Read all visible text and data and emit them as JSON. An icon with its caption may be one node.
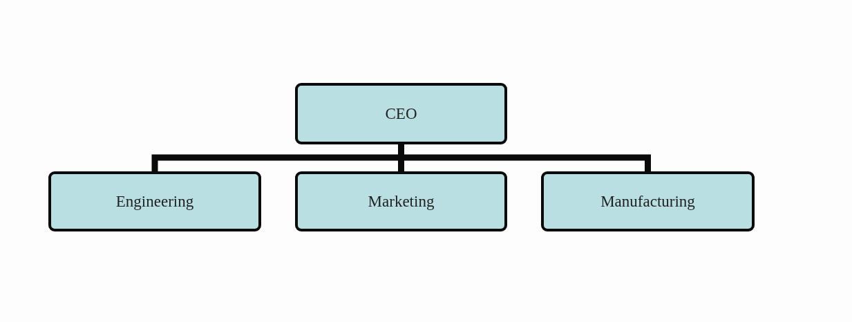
{
  "diagram": {
    "nodes": [
      {
        "text": [
          "CEO"
        ]
      },
      {
        "text": [
          "Engineering"
        ]
      },
      {
        "text": [
          "Marketing"
        ]
      },
      {
        "text": [
          "Manufacturing"
        ]
      }
    ],
    "edges": [
      {
        "from": 0,
        "to": 1,
        "arrow": "none"
      },
      {
        "from": 0,
        "to": 2,
        "arrow": "none"
      },
      {
        "from": 0,
        "to": 3,
        "arrow": "none"
      }
    ]
  }
}
